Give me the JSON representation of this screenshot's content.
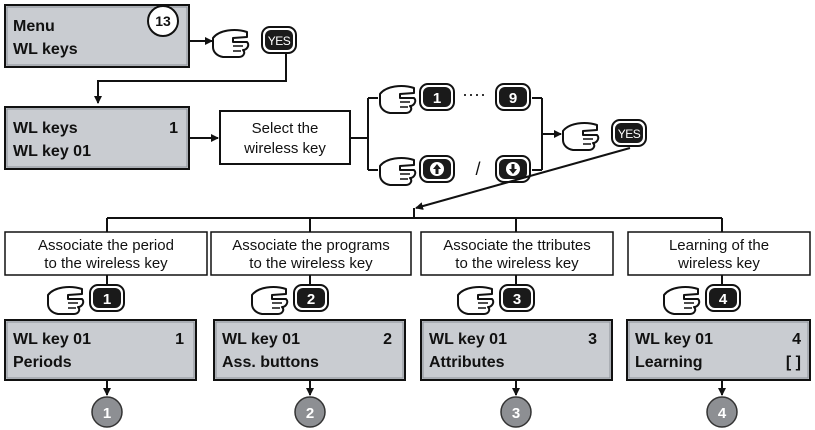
{
  "top_lcd": {
    "line1": "Menu",
    "line2": "WL keys",
    "badge": "13"
  },
  "yes_key": "YES",
  "wl_lcd": {
    "line1": "WL keys",
    "num": "1",
    "line2": "WL key 01"
  },
  "select_box": {
    "line1": "Select the",
    "line2": "wireless key"
  },
  "number_keys": {
    "first": "1",
    "ellipsis": "····",
    "last": "9"
  },
  "arrow_keys": {
    "separator": "/"
  },
  "branches": [
    {
      "desc1": "Associate the period",
      "desc2": "to the wireless key",
      "key": "1",
      "lcd1": "WL key 01",
      "lcd_num": "1",
      "lcd2": "Periods",
      "lcd2_extra": "",
      "step": "1"
    },
    {
      "desc1": "Associate the programs",
      "desc2": "to the wireless key",
      "key": "2",
      "lcd1": "WL key 01",
      "lcd_num": "2",
      "lcd2": "Ass. buttons",
      "lcd2_extra": "",
      "step": "2"
    },
    {
      "desc1": "Associate the ttributes",
      "desc2": "to the wireless key",
      "key": "3",
      "lcd1": "WL key 01",
      "lcd_num": "3",
      "lcd2": "Attributes",
      "lcd2_extra": "",
      "step": "3"
    },
    {
      "desc1": "Learning of the",
      "desc2": "wireless key",
      "key": "4",
      "lcd1": "WL key 01",
      "lcd_num": "4",
      "lcd2": "Learning",
      "lcd2_extra": "[ ]",
      "step": "4"
    }
  ]
}
